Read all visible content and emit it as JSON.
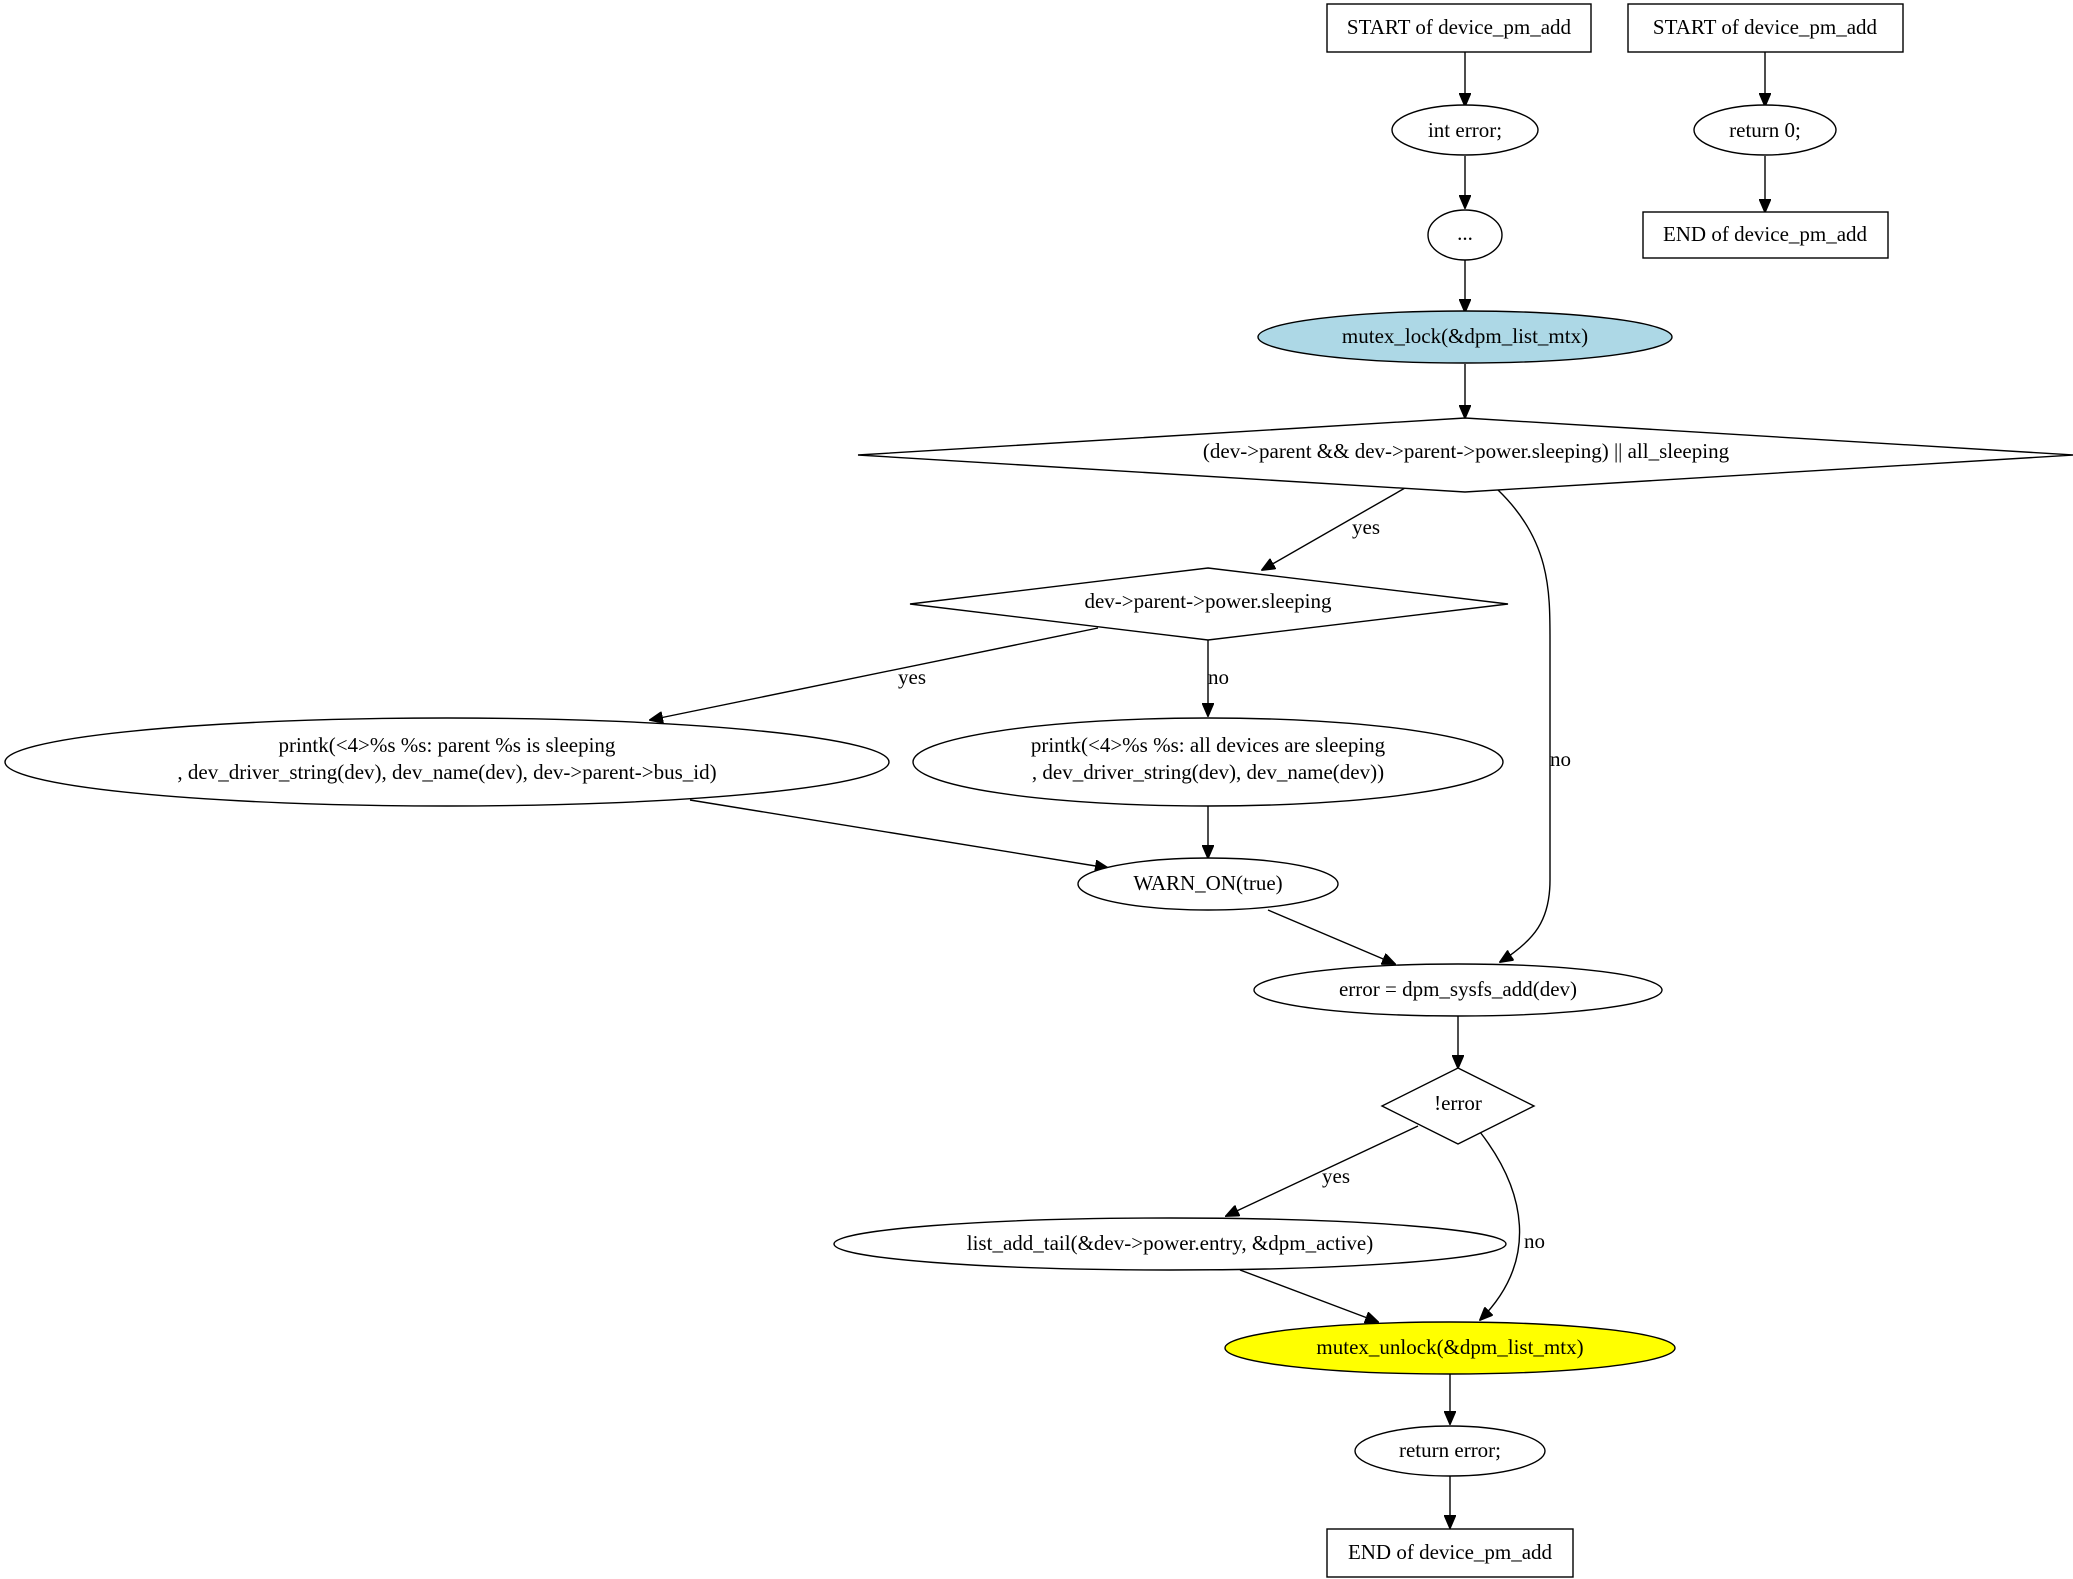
{
  "nodes": {
    "start_a": {
      "label": "START of device_pm_add"
    },
    "int_error": {
      "label": "int error;"
    },
    "ellipsis": {
      "label": "..."
    },
    "mutex_lock": {
      "label": "mutex_lock(&dpm_list_mtx)",
      "fill": "#add8e6"
    },
    "cond_sleeping": {
      "label": "(dev->parent && dev->parent->power.sleeping) || all_sleeping"
    },
    "cond_parent": {
      "label": "dev->parent->power.sleeping"
    },
    "printk_parent": {
      "line1": "printk(<4>%s %s: parent %s is sleeping",
      "line2": ", dev_driver_string(dev), dev_name(dev), dev->parent->bus_id)"
    },
    "printk_all": {
      "line1": "printk(<4>%s %s: all devices are sleeping",
      "line2": ", dev_driver_string(dev), dev_name(dev))"
    },
    "warn_on": {
      "label": "WARN_ON(true)"
    },
    "sysfs_add": {
      "label": "error = dpm_sysfs_add(dev)"
    },
    "cond_error": {
      "label": "!error"
    },
    "list_add": {
      "label": "list_add_tail(&dev->power.entry, &dpm_active)"
    },
    "mutex_unlock": {
      "label": "mutex_unlock(&dpm_list_mtx)",
      "fill": "#ffff00"
    },
    "return_error": {
      "label": "return error;"
    },
    "end_a": {
      "label": "END of device_pm_add"
    },
    "start_b": {
      "label": "START of device_pm_add"
    },
    "return_zero": {
      "label": "return 0;"
    },
    "end_b": {
      "label": "END of device_pm_add"
    }
  },
  "edge_labels": {
    "cond_sleeping_yes": "yes",
    "cond_sleeping_no": "no",
    "cond_parent_yes": "yes",
    "cond_parent_no": "no",
    "cond_error_yes": "yes",
    "cond_error_no": "no"
  }
}
